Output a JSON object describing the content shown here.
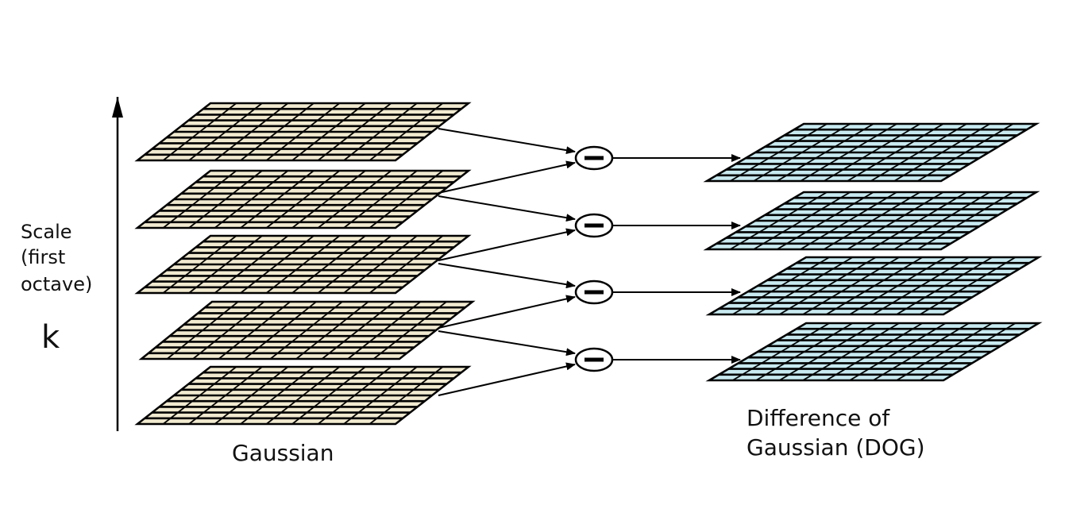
{
  "labels": {
    "scale_line1": "Scale",
    "scale_line2": "(first",
    "scale_line3": "octave)",
    "k": "k",
    "gaussian": "Gaussian",
    "dog_line1": "Difference of",
    "dog_line2": "Gaussian (DOG)"
  },
  "gaussian_layer_count": 5,
  "dog_layer_count": 4,
  "subtract_operator_count": 4,
  "grid_divisions": 10,
  "colors": {
    "gaussian_fill": "#f1ead0",
    "dog_fill": "#c8eaf0",
    "grid_line": "#000000",
    "arrow": "#000000",
    "text": "#111111"
  }
}
